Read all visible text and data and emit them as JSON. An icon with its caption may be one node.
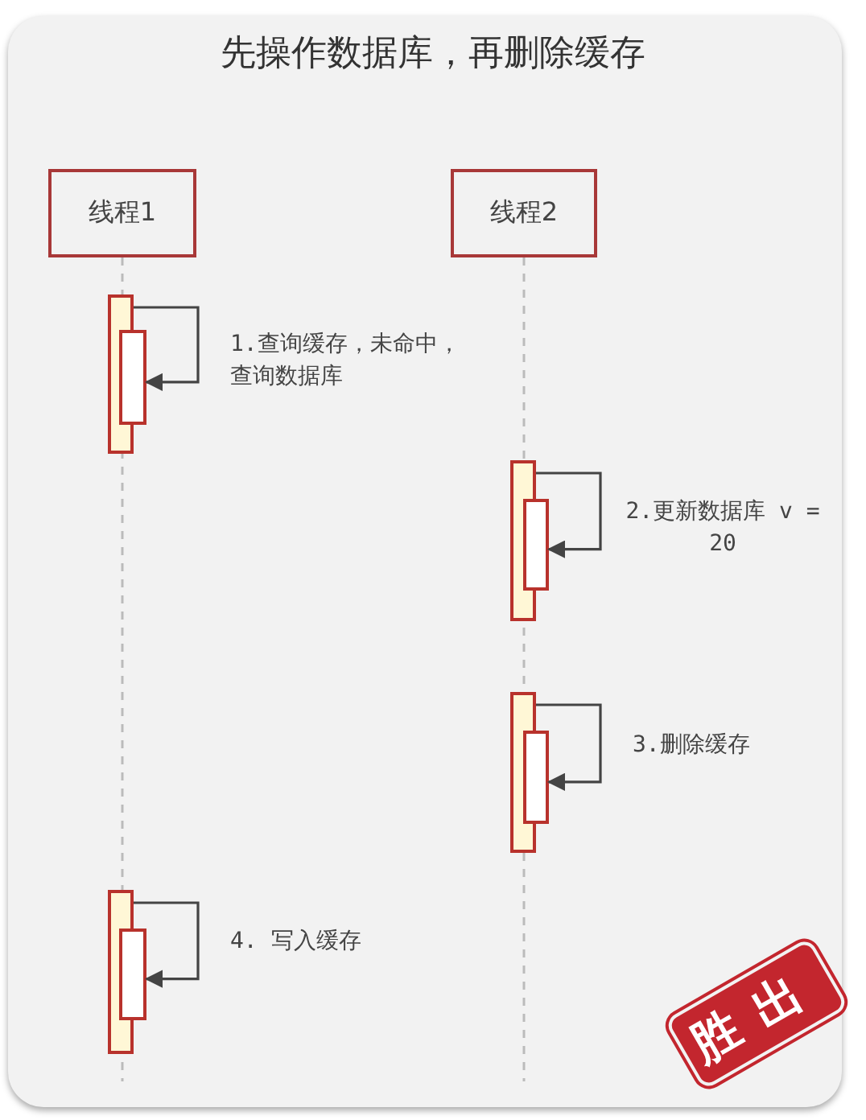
{
  "diagram": {
    "title": "先操作数据库，再删除缓存",
    "nodes": [
      {
        "text": [
          "线程1"
        ]
      },
      {
        "text": [
          "线程2"
        ]
      },
      {
        "text": [],
        "shape": "bar"
      },
      {
        "text": [],
        "shape": "bar"
      },
      {
        "text": [],
        "shape": "bar"
      },
      {
        "text": [],
        "shape": "bar"
      },
      {
        "text": [],
        "shape": "bar"
      },
      {
        "text": [],
        "shape": "bar"
      },
      {
        "text": [],
        "shape": "bar"
      },
      {
        "text": [],
        "shape": "bar"
      }
    ],
    "edges": [
      {
        "from": 2,
        "to": 3,
        "arrow": "to",
        "label": "1.查询缓存，未命中，查询数据库"
      },
      {
        "from": 4,
        "to": 5,
        "arrow": "to",
        "label": "2.更新数据库 v = 20"
      },
      {
        "from": 6,
        "to": 7,
        "arrow": "to",
        "label": "3.删除缓存"
      },
      {
        "from": 8,
        "to": 9,
        "arrow": "to",
        "label": "4. 写入缓存"
      }
    ],
    "labels": [
      "胜出"
    ]
  }
}
